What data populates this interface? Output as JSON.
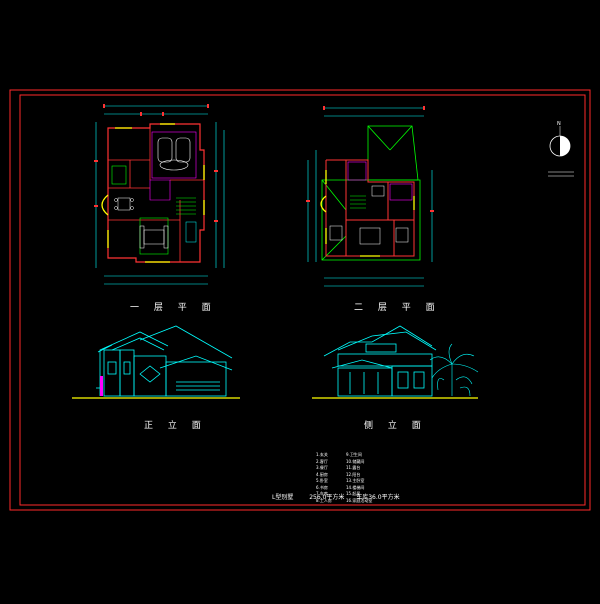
{
  "drawing": {
    "colors": {
      "frame": "#ff2a2a",
      "wall": "#ff3333",
      "window": "#ffff00",
      "dimension": "#00ffff",
      "interior": "#00ff00",
      "furniture": "#ffffff",
      "accent": "#ff00ff",
      "elevation": "#00ffff"
    },
    "plans": [
      {
        "id": "first-floor",
        "title": "一 层 平 面"
      },
      {
        "id": "second-floor",
        "title": "二 层 平 面"
      }
    ],
    "elevations": [
      {
        "id": "front",
        "title": "正 立 面"
      },
      {
        "id": "side",
        "title": "侧 立 面"
      }
    ],
    "north_arrow": {
      "letter": "N"
    },
    "legend_left": [
      "1.玄关",
      "2.客厅",
      "3.餐厅",
      "4.厨房",
      "5.卧室",
      "6.书房",
      "7.车库",
      "8.工人房"
    ],
    "legend_right": [
      "9.卫生间",
      "10.储藏间",
      "11.露台",
      "12.阳台",
      "13.主卧室",
      "14.楼梯间",
      "15.起居",
      "16.家庭活动室"
    ],
    "summary": {
      "type": "L型别墅",
      "area1": "256.0平方米",
      "area2": "车库36.0平方米"
    }
  }
}
